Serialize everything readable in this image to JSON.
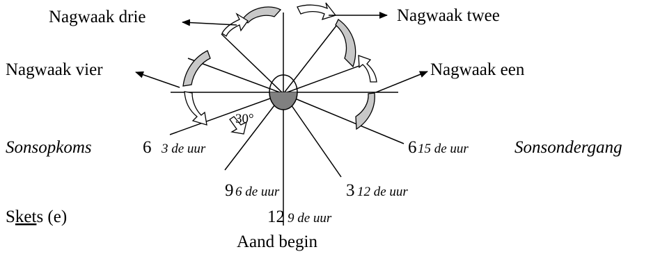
{
  "watches": {
    "drie": "Nagwaak drie",
    "twee": "Nagwaak twee",
    "vier": "Nagwaak vier",
    "een": "Nagwaak een"
  },
  "events": {
    "sunrise": "Sonsopkoms",
    "sunset": "Sonsondergang",
    "evening": "Aand begin"
  },
  "hours": {
    "left_six": "6",
    "left_six_note": "3 de uur",
    "right_six": "6",
    "right_six_note": "15 de uur",
    "nine": "9",
    "nine_note": "6 de uur",
    "three": "3",
    "three_note": "12 de uur",
    "twelve": "12",
    "twelve_note": "9 de uur"
  },
  "angle_label": "30°",
  "caption": {
    "prefix": "S",
    "underlined": "ket",
    "suffix": "s (e)"
  },
  "colors": {
    "arc_fill": "#c8c8c8",
    "center_fill": "#808080",
    "line": "#000000"
  }
}
